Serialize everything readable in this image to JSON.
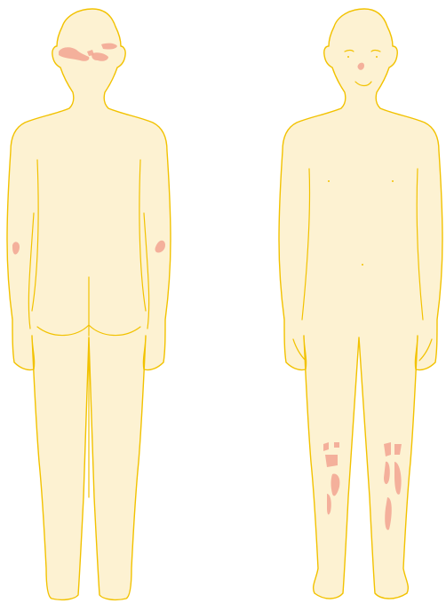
{
  "colors": {
    "skin": "#fdf2d2",
    "outline": "#f2c200",
    "lesion": "#f3a895",
    "background": "#ffffff"
  },
  "figures": [
    {
      "view": "back",
      "lesion_sites": [
        "scalp",
        "left-elbow",
        "right-elbow"
      ]
    },
    {
      "view": "front",
      "lesion_sites": [
        "nose",
        "left-lower-leg",
        "right-lower-leg"
      ]
    }
  ]
}
